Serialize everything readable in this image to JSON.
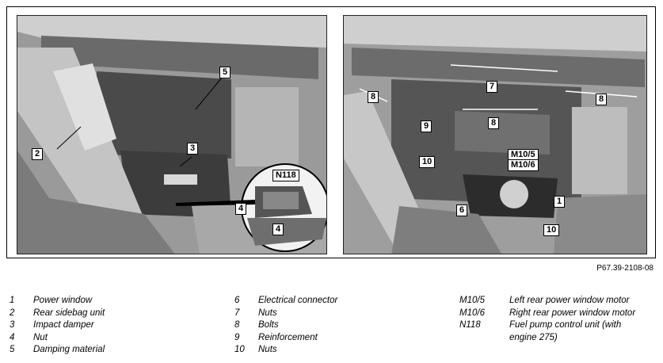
{
  "figure_id": "P67.39-2108-08",
  "callouts_left": {
    "c2": "2",
    "c3": "3",
    "c4a": "4",
    "c4b": "4",
    "c5": "5",
    "cN118": "N118"
  },
  "callouts_right": {
    "c1": "1",
    "c6": "6",
    "c7": "7",
    "c8a": "8",
    "c8b": "8",
    "c8c": "8",
    "c9": "9",
    "c10a": "10",
    "c10b": "10",
    "cM105": "M10/5",
    "cM106": "M10/6"
  },
  "legend": {
    "col1": [
      {
        "num": "1",
        "text": "Power window"
      },
      {
        "num": "2",
        "text": "Rear sidebag unit"
      },
      {
        "num": "3",
        "text": "Impact damper"
      },
      {
        "num": "4",
        "text": "Nut"
      },
      {
        "num": "5",
        "text": "Damping material"
      }
    ],
    "col2": [
      {
        "num": "6",
        "text": "Electrical connector"
      },
      {
        "num": "7",
        "text": "Nuts"
      },
      {
        "num": "8",
        "text": "Bolts"
      },
      {
        "num": "9",
        "text": "Reinforcement"
      },
      {
        "num": "10",
        "text": "Nuts"
      }
    ],
    "col3": [
      {
        "num": "M10/5",
        "text": "Left rear power window motor"
      },
      {
        "num": "M10/6",
        "text": "Right rear power window motor"
      },
      {
        "num": "N118",
        "text": "Fuel pump control unit (with"
      },
      {
        "num": "",
        "text": "engine 275)"
      }
    ]
  }
}
